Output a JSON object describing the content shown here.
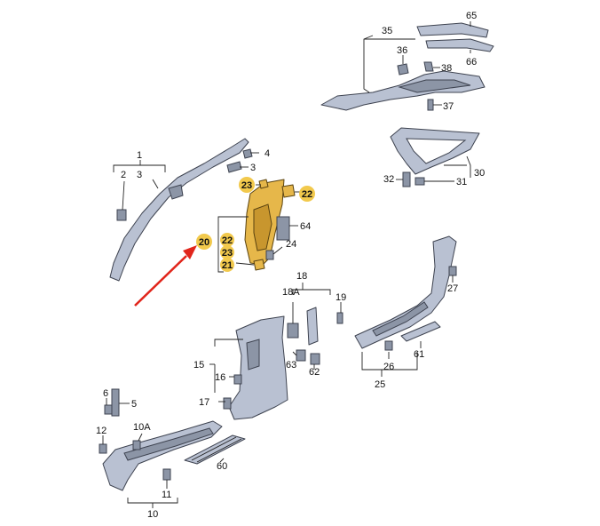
{
  "labels": {
    "l1": "1",
    "l2": "2",
    "l3a": "3",
    "l3b": "3",
    "l4": "4",
    "l5": "5",
    "l6": "6",
    "l10": "10",
    "l10a": "10A",
    "l11": "11",
    "l12": "12",
    "l15": "15",
    "l16": "16",
    "l17": "17",
    "l18": "18",
    "l18a": "18A",
    "l19": "19",
    "l24": "24",
    "l25": "25",
    "l26": "26",
    "l27": "27",
    "l30": "30",
    "l31": "31",
    "l32": "32",
    "l35": "35",
    "l36": "36",
    "l37": "37",
    "l38": "38",
    "l60": "60",
    "l61": "61",
    "l62": "62",
    "l63": "63",
    "l64": "64",
    "l65": "65",
    "l66": "66"
  },
  "highlighted_labels": {
    "b20": "20",
    "b22a": "22",
    "b23a": "23",
    "b21": "21",
    "b22b": "22",
    "b23b": "23"
  },
  "colors": {
    "part_fill": "#b9c1d2",
    "highlight_fill": "#e6b74a",
    "badge": "#f2c94c",
    "arrow": "#e1251b"
  }
}
